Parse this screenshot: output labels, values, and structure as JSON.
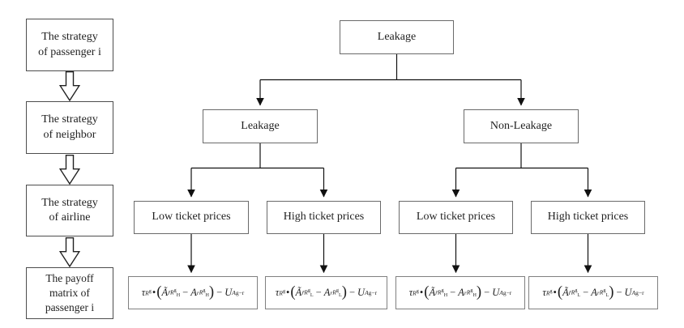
{
  "diagram": {
    "flow": {
      "steps": [
        {
          "label": "The strategy\nof passenger i"
        },
        {
          "label": "The strategy\nof neighbor"
        },
        {
          "label": "The strategy\nof airline"
        },
        {
          "label": "The payoff\nmatrix of\npassenger i"
        }
      ]
    },
    "tree": {
      "root": {
        "label": "Leakage"
      },
      "level2": [
        {
          "label": "Leakage"
        },
        {
          "label": "Non-Leakage"
        }
      ],
      "level3": [
        {
          "label": "Low ticket prices"
        },
        {
          "label": "High ticket prices"
        },
        {
          "label": "Low ticket prices"
        },
        {
          "label": "High ticket prices"
        }
      ],
      "payoffs": [
        {
          "formula_html": "<i>τ</i><sub><i>R</i><sup>g</sup></sub><span class=\"dt\">•</span><span class=\"pr\">(</span><i>Ã</i><sup><i>r̃</i></sup><sub><i>R</i><sup>g</sup><sub>H</sub></sub><span class=\"mi\">−</span><i>A</i><sup><i>r</i></sup><sub><i>R</i><sup>g</sup><sub>H</sub></sub><span class=\"pr\">)</span><span class=\"mi\">−</span><i>U</i><sub><i>A</i></sub><sup>g−r</sup>"
        },
        {
          "formula_html": "<i>τ</i><sub><i>R</i><sup>g</sup></sub><span class=\"dt\">•</span><span class=\"pr\">(</span><i>Ã</i><sup><i>r̃</i></sup><sub><i>R</i><sup>g</sup><sub>L</sub></sub><span class=\"mi\">−</span><i>A</i><sup><i>r</i></sup><sub><i>R</i><sup>g</sup><sub>L</sub></sub><span class=\"pr\">)</span><span class=\"mi\">−</span><i>U</i><sub><i>A</i></sub><sup>g−r</sup>"
        },
        {
          "formula_html": "<i>τ</i><sub><i>R</i><sup>g</sup></sub><span class=\"dt\">•</span><span class=\"pr\">(</span><i>Ã</i><sup><i>r̃</i></sup><sub><i>R</i><sup>g</sup><sub>H</sub></sub><span class=\"mi\">−</span><i>A</i><sup><i>r</i></sup><sub><i>R</i><sup>g</sup><sub>H</sub></sub><span class=\"pr\">)</span><span class=\"mi\">−</span><i>U</i><sub><i>A</i></sub><sup>g−r</sup>"
        },
        {
          "formula_html": "<i>τ</i><sub><i>R</i><sup>g</sup></sub><span class=\"dt\">•</span><span class=\"pr\">(</span><i>Ã</i><sup><i>r̃</i></sup><sub><i>R</i><sup>g</sup><sub>L</sub></sub><span class=\"mi\">−</span><i>A</i><sup><i>r</i></sup><sub><i>R</i><sup>g</sup><sub>L</sub></sub><span class=\"pr\">)</span><span class=\"mi\">−</span><i>U</i><sub><i>A</i></sub><sup>g−r</sup>"
        }
      ]
    },
    "colors": {
      "background": "#ffffff",
      "line": "#1a1a1a",
      "box_border": "#4d4d4d",
      "tree_border": "#6a6a6a",
      "formula_border": "#808080",
      "text": "#1f1f1f"
    }
  }
}
